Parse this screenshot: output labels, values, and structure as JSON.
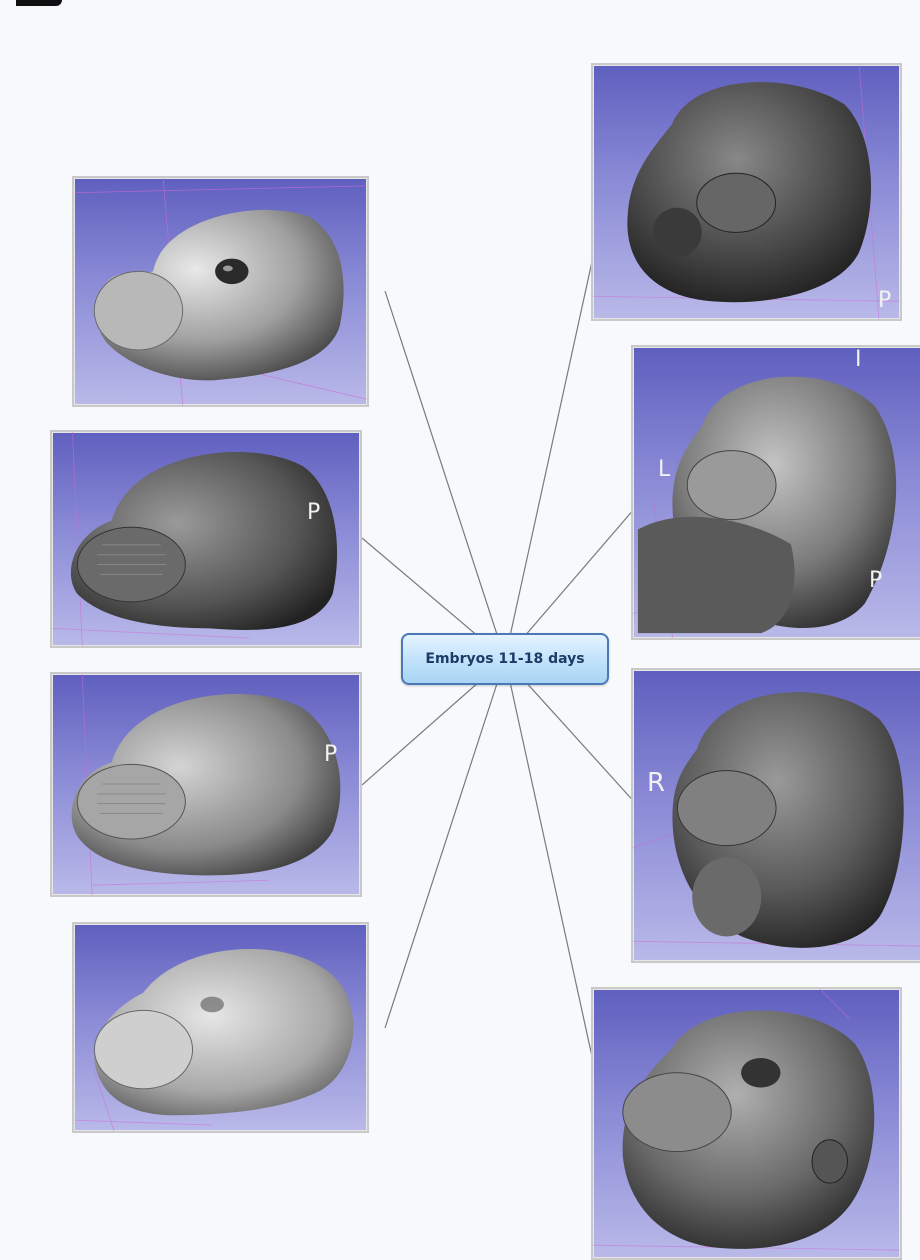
{
  "central_topic": {
    "label": "Embryos 11-18 days"
  },
  "images": [
    {
      "name": "embryo-image-left-1",
      "letters": []
    },
    {
      "name": "embryo-image-left-2",
      "letters": [
        "P"
      ]
    },
    {
      "name": "embryo-image-left-3",
      "letters": [
        "P"
      ]
    },
    {
      "name": "embryo-image-left-4",
      "letters": []
    },
    {
      "name": "embryo-image-right-1",
      "letters": [
        "P"
      ]
    },
    {
      "name": "embryo-image-right-2",
      "letters": [
        "I",
        "L",
        "P"
      ]
    },
    {
      "name": "embryo-image-right-3",
      "letters": [
        "R"
      ]
    },
    {
      "name": "embryo-image-right-4",
      "letters": []
    }
  ],
  "colors": {
    "node_border": "#4b79b8",
    "connector": "#7a7a7a",
    "image_background": "#8a8ad6"
  }
}
